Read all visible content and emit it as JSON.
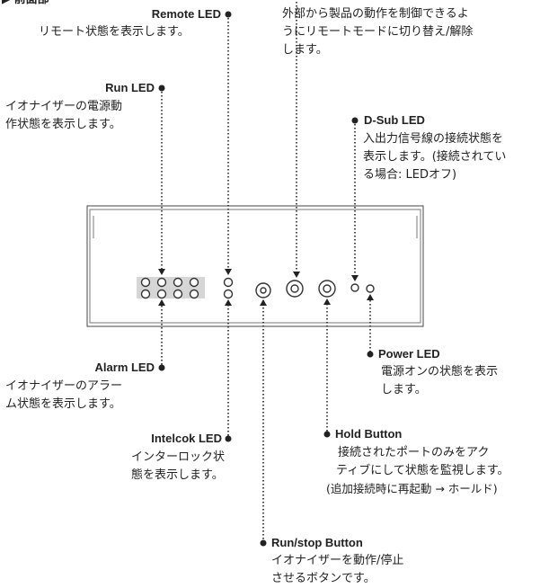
{
  "section_title": "▶ 前面部",
  "remote_led": {
    "title": "Remote LED",
    "desc": [
      "リモート状態を表示します。"
    ]
  },
  "remote_button_desc": [
    "外部から製品の動作を制御できるよ",
    "うにリモートモードに切り替え/解除",
    "します。"
  ],
  "run_led": {
    "title": "Run LED",
    "desc": [
      "イオナイザーの電源動",
      "作状態を表示します。"
    ]
  },
  "dsub_led": {
    "title": "D-Sub LED",
    "desc": [
      "入出力信号線の接続状態を",
      "表示します。(接続されてい",
      "る場合: LEDオフ)"
    ]
  },
  "alarm_led": {
    "title": "Alarm LED",
    "desc": [
      "イオナイザーのアラー",
      "ム状態を表示します。"
    ]
  },
  "power_led": {
    "title": "Power LED",
    "desc": [
      "電源オンの状態を表示",
      "します。"
    ]
  },
  "interlock_led": {
    "title": "Intelcok LED",
    "desc": [
      "インターロック状",
      "態を表示します。"
    ]
  },
  "hold_button": {
    "title": "Hold Button",
    "desc": [
      "接続されたポートのみをアク",
      "ティブにして状態を監視します。",
      "(追加接続時に再起動 → ホールド)"
    ]
  },
  "runstop_button": {
    "title": "Run/stop Button",
    "desc": [
      "イオナイザーを動作/停止",
      "させるボタンです。"
    ]
  }
}
